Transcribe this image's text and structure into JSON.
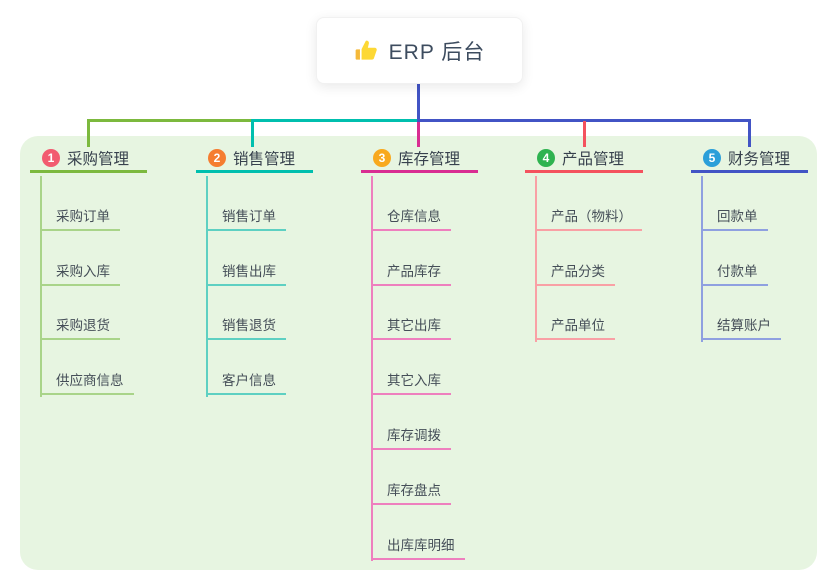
{
  "root": {
    "label": "ERP 后台",
    "icon": "thumbs-up-icon"
  },
  "connector": {
    "trunk_color": "#4254c5"
  },
  "columns": [
    {
      "badge": "1",
      "badge_color": "#f25b70",
      "line_color": "#7cb93e",
      "child_line_color": "#a9d489",
      "label": "采购管理",
      "children": [
        "采购订单",
        "采购入库",
        "采购退货",
        "供应商信息"
      ]
    },
    {
      "badge": "2",
      "badge_color": "#f57d30",
      "line_color": "#00bfae",
      "child_line_color": "#5ed0c2",
      "label": "销售管理",
      "children": [
        "销售订单",
        "销售出库",
        "销售退货",
        "客户信息"
      ]
    },
    {
      "badge": "3",
      "badge_color": "#f8a91e",
      "line_color": "#d92d92",
      "child_line_color": "#ee7fbe",
      "label": "库存管理",
      "children": [
        "仓库信息",
        "产品库存",
        "其它出库",
        "其它入库",
        "库存调拨",
        "库存盘点",
        "出库库明细"
      ]
    },
    {
      "badge": "4",
      "badge_color": "#2fb350",
      "line_color": "#f4525e",
      "child_line_color": "#f9a0a5",
      "label": "产品管理",
      "children": [
        "产品（物料）",
        "产品分类",
        "产品单位"
      ]
    },
    {
      "badge": "5",
      "badge_color": "#2b9fd9",
      "line_color": "#4254c5",
      "child_line_color": "#8fa0e0",
      "label": "财务管理",
      "children": [
        "回款单",
        "付款单",
        "结算账户"
      ]
    }
  ]
}
